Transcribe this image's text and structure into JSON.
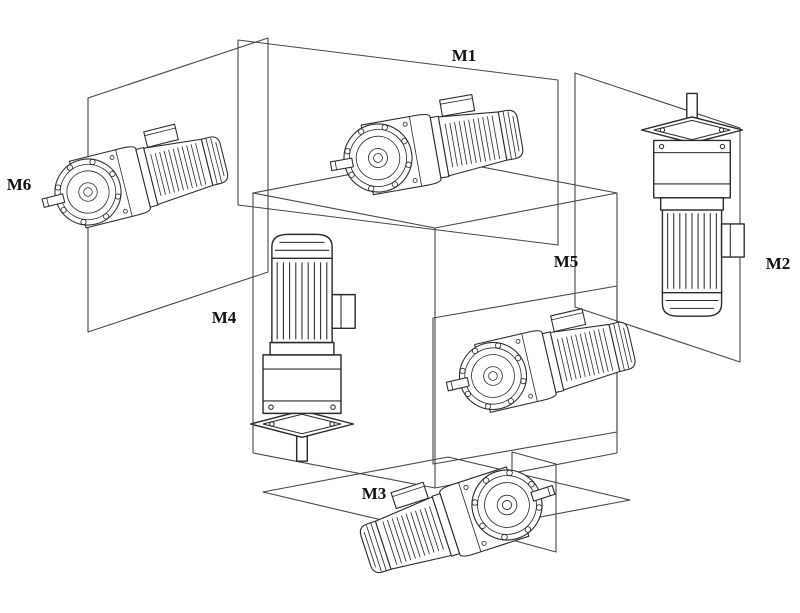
{
  "diagram": {
    "labels": {
      "m1": "M1",
      "m2": "M2",
      "m3": "M3",
      "m4": "M4",
      "m5": "M5",
      "m6": "M6"
    },
    "colors": {
      "line": "#2b2b2b",
      "frame": "#474747",
      "background": "#ffffff",
      "text": "#111111"
    }
  }
}
